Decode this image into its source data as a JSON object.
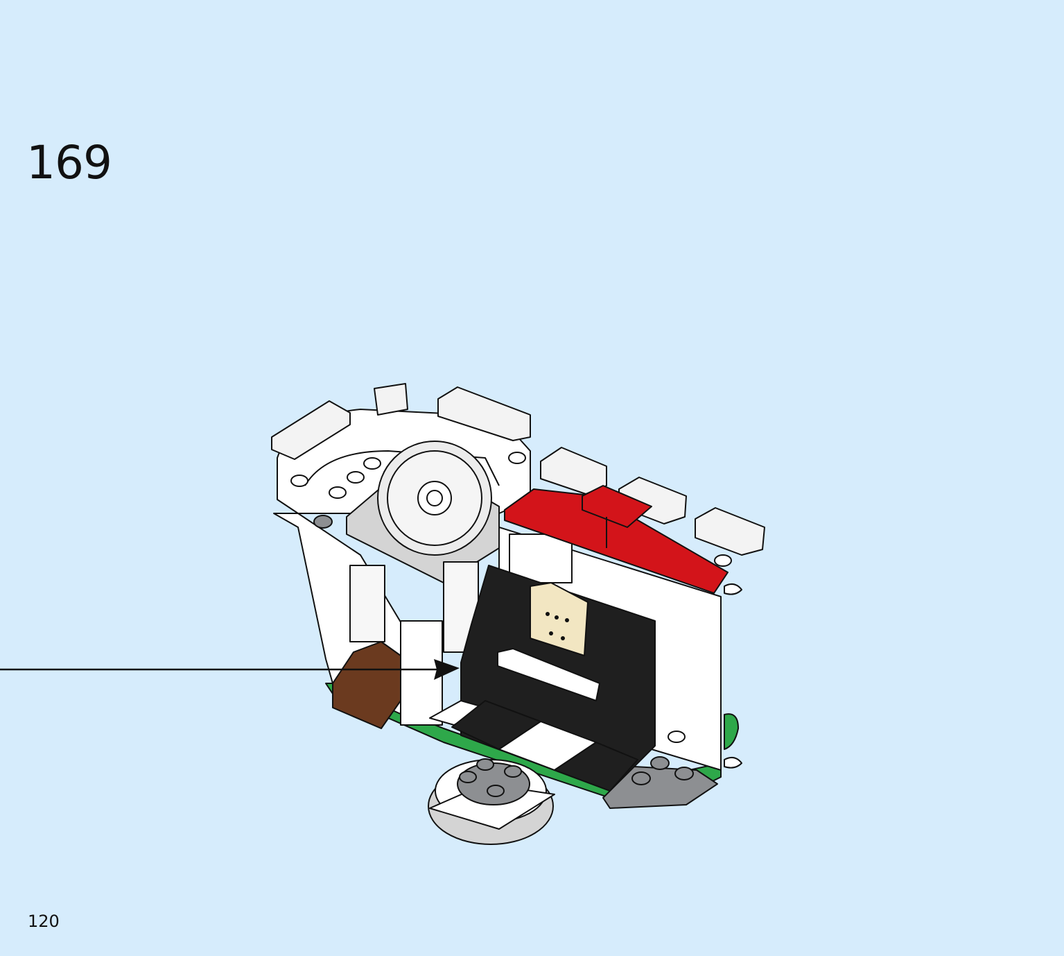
{
  "step": {
    "number": "169"
  },
  "page": {
    "number": "120"
  },
  "illustration": {
    "subject": "lego-build-model",
    "colors": {
      "background": "#d6ecfc",
      "white_brick": "#ffffff",
      "grey_brick": "#d4d4d4",
      "dark_grey": "#8d8f92",
      "black_brick": "#1f1f1f",
      "red_roof": "#d3141a",
      "dark_red": "#a00e12",
      "brown": "#6b3a1f",
      "green_base": "#2ea84a",
      "tan_sheet": "#f2e6c2",
      "outline": "#111111"
    }
  }
}
